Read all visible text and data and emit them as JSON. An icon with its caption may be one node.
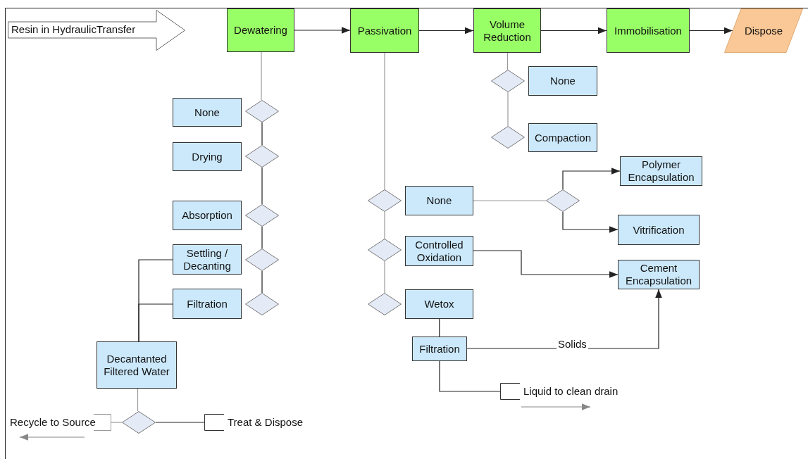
{
  "diagram": {
    "nodes": [
      {
        "text": [
          "Resin in HydraulicTransfer"
        ]
      },
      {
        "text": [
          "Dewatering"
        ]
      },
      {
        "text": [
          "Passivation"
        ]
      },
      {
        "text": [
          "Volume Reduction"
        ]
      },
      {
        "text": [
          "Immobilisation"
        ]
      },
      {
        "text": [
          "Dispose"
        ]
      },
      {
        "text": [
          "None"
        ]
      },
      {
        "text": [],
        "shape": "diamond"
      },
      {
        "text": [
          "Drying"
        ]
      },
      {
        "text": [],
        "shape": "diamond"
      },
      {
        "text": [
          "Absorption"
        ]
      },
      {
        "text": [],
        "shape": "diamond"
      },
      {
        "text": [
          "Settling / Decanting"
        ]
      },
      {
        "text": [],
        "shape": "diamond"
      },
      {
        "text": [
          "Filtration"
        ]
      },
      {
        "text": [],
        "shape": "diamond"
      },
      {
        "text": [],
        "shape": "diamond"
      },
      {
        "text": [
          "None"
        ]
      },
      {
        "text": [],
        "shape": "diamond"
      },
      {
        "text": [
          "Compaction"
        ]
      },
      {
        "text": [
          "Polymer Encapsulation"
        ]
      },
      {
        "text": [],
        "shape": "diamond"
      },
      {
        "text": [
          "None"
        ]
      },
      {
        "text": [],
        "shape": "diamond"
      },
      {
        "text": [
          "Vitrification"
        ]
      },
      {
        "text": [],
        "shape": "diamond"
      },
      {
        "text": [
          "Controlled Oxidation"
        ]
      },
      {
        "text": [
          "Cement Encapsulation"
        ]
      },
      {
        "text": [],
        "shape": "diamond"
      },
      {
        "text": [
          "Wetox"
        ]
      },
      {
        "text": [
          "Filtration"
        ]
      },
      {
        "text": [
          "Decantanted Filtered Water"
        ]
      },
      {
        "text": [
          "Liquid to clean drain"
        ]
      },
      {
        "text": [
          "Recycle to Source"
        ]
      },
      {
        "text": [],
        "shape": "diamond"
      },
      {
        "text": [
          "Treat & Dispose"
        ]
      }
    ],
    "edges": [
      {
        "from": 1,
        "to": 2,
        "arrow": "to"
      },
      {
        "from": 2,
        "to": 3,
        "arrow": "to"
      },
      {
        "from": 3,
        "to": 4,
        "arrow": "to"
      },
      {
        "from": 4,
        "to": 5,
        "arrow": "to"
      },
      {
        "from": 1,
        "to": 7,
        "arrow": "none",
        "color": "#999999"
      },
      {
        "from": 7,
        "to": 9,
        "arrow": "none"
      },
      {
        "from": 9,
        "to": 11,
        "arrow": "none"
      },
      {
        "from": 11,
        "to": 13,
        "arrow": "none"
      },
      {
        "from": 13,
        "to": 15,
        "arrow": "none"
      },
      {
        "from": 12,
        "to": 31,
        "arrow": "none"
      },
      {
        "from": 14,
        "to": 31,
        "arrow": "none"
      },
      {
        "from": 31,
        "to": 34,
        "arrow": "none",
        "color": "#999999"
      },
      {
        "from": 34,
        "to": 33,
        "arrow": "none",
        "color": "#999999"
      },
      {
        "from": 34,
        "to": 35,
        "arrow": "none"
      },
      {
        "from": 3,
        "to": 16,
        "arrow": "none",
        "color": "#999999"
      },
      {
        "from": 16,
        "to": 18,
        "arrow": "none",
        "color": "#999999"
      },
      {
        "from": 2,
        "to": 21,
        "arrow": "none",
        "color": "#999999"
      },
      {
        "from": 21,
        "to": 25,
        "arrow": "none",
        "color": "#999999"
      },
      {
        "from": 25,
        "to": 28,
        "arrow": "none",
        "color": "#999999"
      },
      {
        "from": 22,
        "to": 23,
        "arrow": "none",
        "color": "#999999"
      },
      {
        "from": 23,
        "to": 20,
        "arrow": "to"
      },
      {
        "from": 23,
        "to": 24,
        "arrow": "to"
      },
      {
        "from": 26,
        "to": 27,
        "arrow": "to"
      },
      {
        "from": 30,
        "to": 27,
        "arrow": "to",
        "label": "Solids"
      },
      {
        "from": 29,
        "to": 30,
        "arrow": "none"
      },
      {
        "from": 30,
        "to": 32,
        "arrow": "none"
      }
    ]
  }
}
